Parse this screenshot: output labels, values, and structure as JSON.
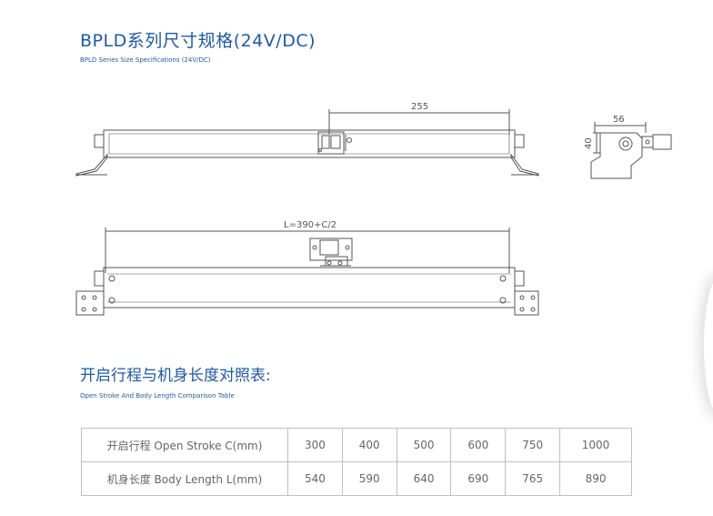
{
  "header": {
    "title": "BPLD系列尺寸规格(24V/DC)",
    "subtitle": "BPLD Series Size Specifications (24V/DC)"
  },
  "drawing": {
    "dim_top_length": "255",
    "dim_side_width": "56",
    "dim_side_height": "40",
    "dim_bottom_length": "L=390+C/2"
  },
  "section": {
    "title": "开启行程与机身长度对照表:",
    "subtitle": "Open Stroke And Body Length Comparison Table"
  },
  "table": {
    "rows": [
      {
        "label": "开启行程 Open Stroke  C(mm)",
        "values": [
          "300",
          "400",
          "500",
          "600",
          "750",
          "1000"
        ]
      },
      {
        "label": "机身长度 Body Length  L(mm)",
        "values": [
          "540",
          "590",
          "640",
          "690",
          "765",
          "890"
        ]
      }
    ]
  },
  "colors": {
    "accent": "#1f5aa3",
    "line": "#555555",
    "table_border": "#bfbfbf"
  }
}
